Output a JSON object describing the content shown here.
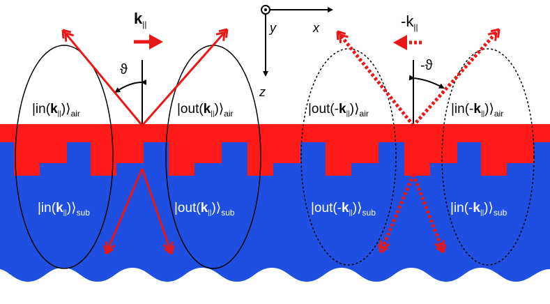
{
  "colors": {
    "substrate": "#1f4fe0",
    "grating": "#ff1a1a",
    "beam": "#e81818",
    "ink": "#000000",
    "text_on_substrate": "#ffffff",
    "background": "#ffffff"
  },
  "icons": {
    "y_axis": "circle-dot-out-of-page",
    "beam_tip": "double-chevron-arrowhead"
  },
  "axes": {
    "x": "x",
    "y": "y",
    "z": "z"
  },
  "left": {
    "k_label": "k",
    "k_sub": "||",
    "angle": "ϑ",
    "in_air": {
      "bra": "|in(",
      "k": "k",
      "ksub": "||",
      "close": ")⟩",
      "sub": "air"
    },
    "out_air": {
      "bra": "|out(",
      "k": "k",
      "ksub": "||",
      "close": ")⟩",
      "sub": "air"
    },
    "in_sub": {
      "bra": "|in(",
      "k": "k",
      "ksub": "||",
      "close": ")⟩",
      "sub": "sub"
    },
    "out_sub": {
      "bra": "|out(",
      "k": "k",
      "ksub": "||",
      "close": ")⟩",
      "sub": "sub"
    }
  },
  "right": {
    "k_label": "-k",
    "k_sub": "||",
    "angle": "-ϑ",
    "out_air": {
      "bra": "|out(-",
      "k": "k",
      "ksub": "||",
      "close": ")⟩",
      "sub": "air"
    },
    "in_air": {
      "bra": "|in(-",
      "k": "k",
      "ksub": "||",
      "close": ")⟩",
      "sub": "air"
    },
    "out_sub": {
      "bra": "|out(-",
      "k": "k",
      "ksub": "||",
      "close": ")⟩",
      "sub": "sub"
    },
    "in_sub": {
      "bra": "|in(-",
      "k": "k",
      "ksub": "||",
      "close": ")⟩",
      "sub": "sub"
    }
  }
}
